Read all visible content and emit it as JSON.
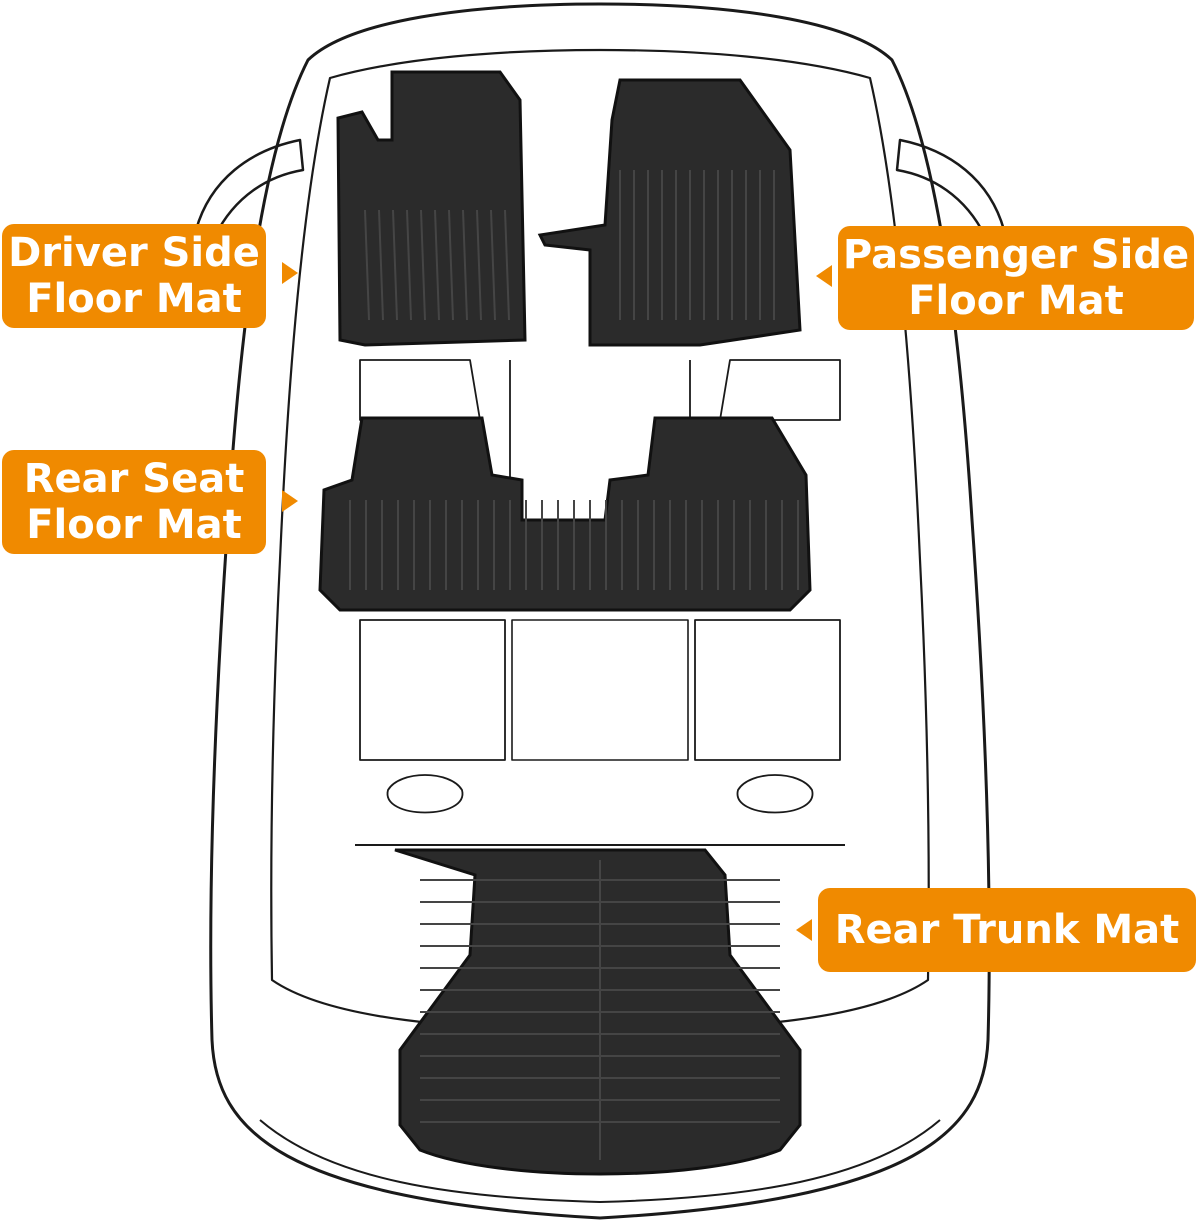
{
  "colors": {
    "accent": "#F08A00",
    "mat": "#2b2b2b",
    "mat_edge": "#111111",
    "mat_groove": "#454545",
    "outline": "#1a1a1a",
    "background": "#ffffff"
  },
  "labels": {
    "driver": {
      "line1": "Driver Side",
      "line2": "Floor Mat"
    },
    "passenger": {
      "line1": "Passenger Side",
      "line2": "Floor Mat"
    },
    "rear_seat": {
      "line1": "Rear Seat",
      "line2": "Floor Mat"
    },
    "trunk": {
      "line1": "Rear Trunk Mat"
    }
  }
}
